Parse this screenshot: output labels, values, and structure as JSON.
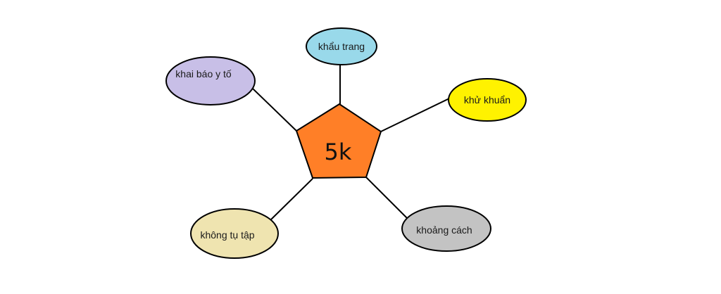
{
  "diagram": {
    "center": {
      "label": "5k",
      "color": "#FF7F27"
    },
    "nodes": [
      {
        "label": "khẩu trang",
        "color": "#99D9EA"
      },
      {
        "label": "khai báo y tố",
        "color": "#C8BFE7"
      },
      {
        "label": "khử khuẩn",
        "color": "#FFF200"
      },
      {
        "label": "không tụ tập",
        "color": "#EFE4B0"
      },
      {
        "label": "khoảng cách",
        "color": "#C3C3C3"
      }
    ]
  }
}
